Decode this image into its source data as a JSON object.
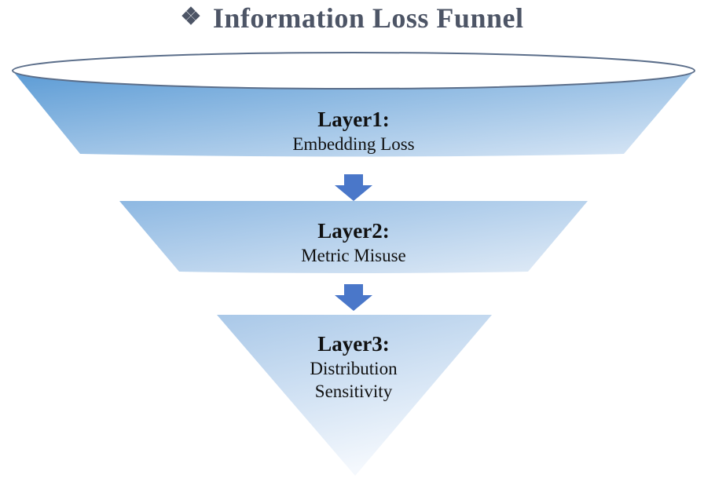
{
  "title": {
    "bullet": "❖",
    "text": "Information Loss Funnel"
  },
  "layers": [
    {
      "name": "Layer1:",
      "desc_lines": [
        "Embedding Loss"
      ]
    },
    {
      "name": "Layer2:",
      "desc_lines": [
        "Metric Misuse"
      ]
    },
    {
      "name": "Layer3:",
      "desc_lines": [
        "Distribution",
        "Sensitivity"
      ]
    }
  ],
  "colors": {
    "title": "#4d5566",
    "fill_dark": "#5b9bd5",
    "fill_light": "#dbe8f6",
    "rim_stroke": "#5b6e8a",
    "arrow": "#4a77c9",
    "text": "#111111"
  }
}
